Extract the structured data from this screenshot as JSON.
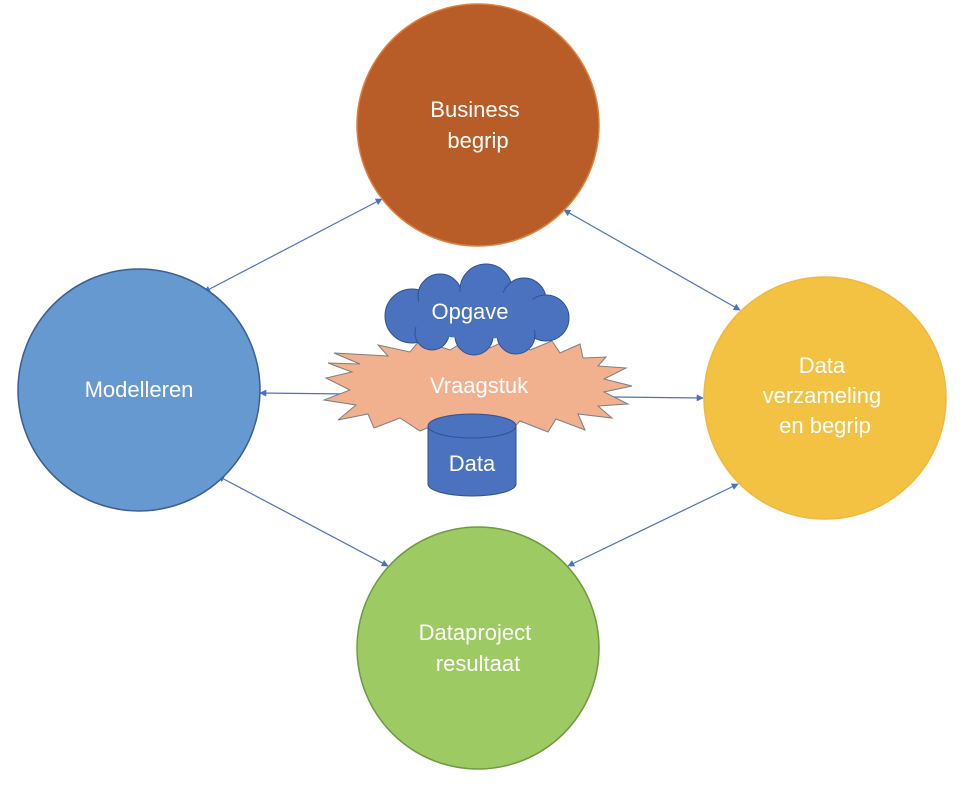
{
  "diagram": {
    "nodes": {
      "business": {
        "lines": [
          "Business",
          "begrip"
        ],
        "color": "#B95D28"
      },
      "data_collection": {
        "lines": [
          "Data",
          "verzameling",
          "en begrip"
        ],
        "color": "#F4C242"
      },
      "modelling": {
        "lines": [
          "Modelleren"
        ],
        "color": "#6699CF"
      },
      "result": {
        "lines": [
          "Dataproject",
          "resultaat"
        ],
        "color": "#9ECA63"
      }
    },
    "center": {
      "cloud": {
        "label": "Opgave",
        "color": "#4A72BF"
      },
      "burst": {
        "label": "Vraagstuk",
        "color": "#F1B18E"
      },
      "database": {
        "label": "Data",
        "color": "#4A72BF"
      }
    },
    "edge_color": "#4A72C4"
  }
}
